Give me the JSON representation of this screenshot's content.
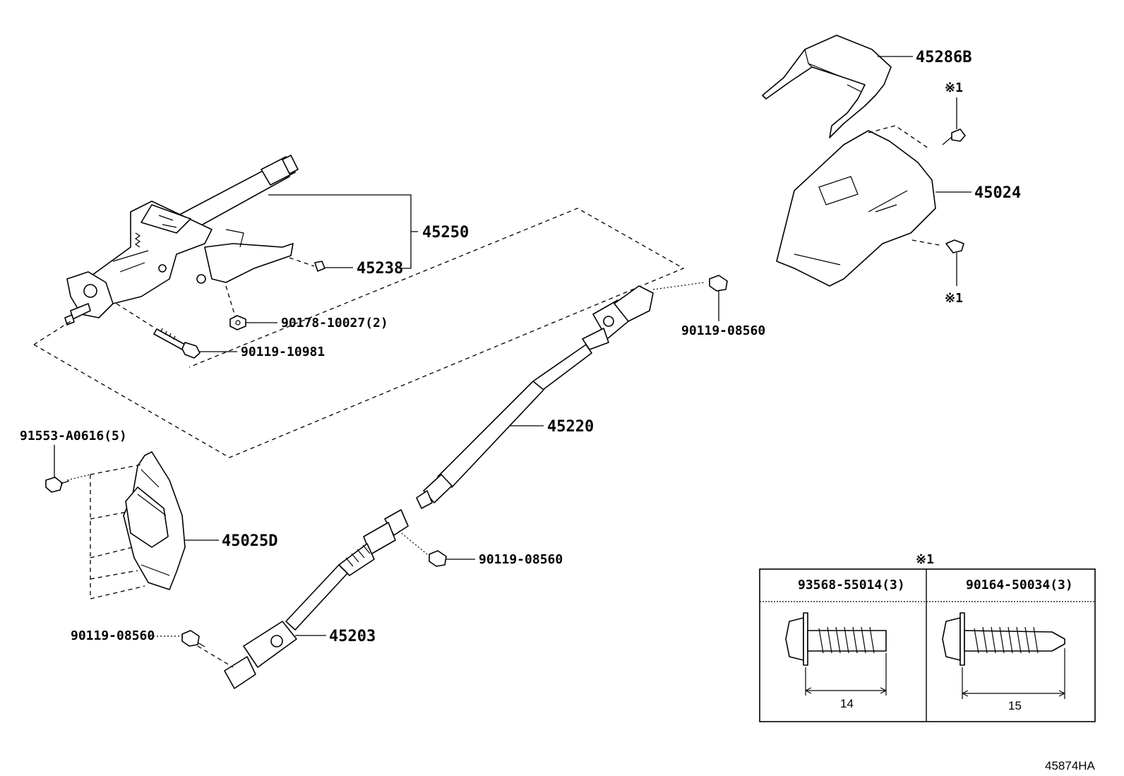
{
  "labels": {
    "p45250": "45250",
    "p45238": "45238",
    "p90178": "90178-10027(2)",
    "p90119_10981": "90119-10981",
    "p45286b": "45286B",
    "p45024": "45024",
    "note_top": "※1",
    "note_bottom": "※1",
    "p90119_08560_a": "90119-08560",
    "p45220": "45220",
    "p91553": "91553-A0616(5)",
    "p45025d": "45025D",
    "p90119_08560_b": "90119-08560",
    "p90119_08560_c": "90119-08560",
    "p45203": "45203"
  },
  "table": {
    "title": "※1",
    "columns": [
      {
        "part": "93568-55014(3)",
        "dimension": "14"
      },
      {
        "part": "90164-50034(3)",
        "dimension": "15"
      }
    ]
  },
  "diagram_id": "45874HA"
}
